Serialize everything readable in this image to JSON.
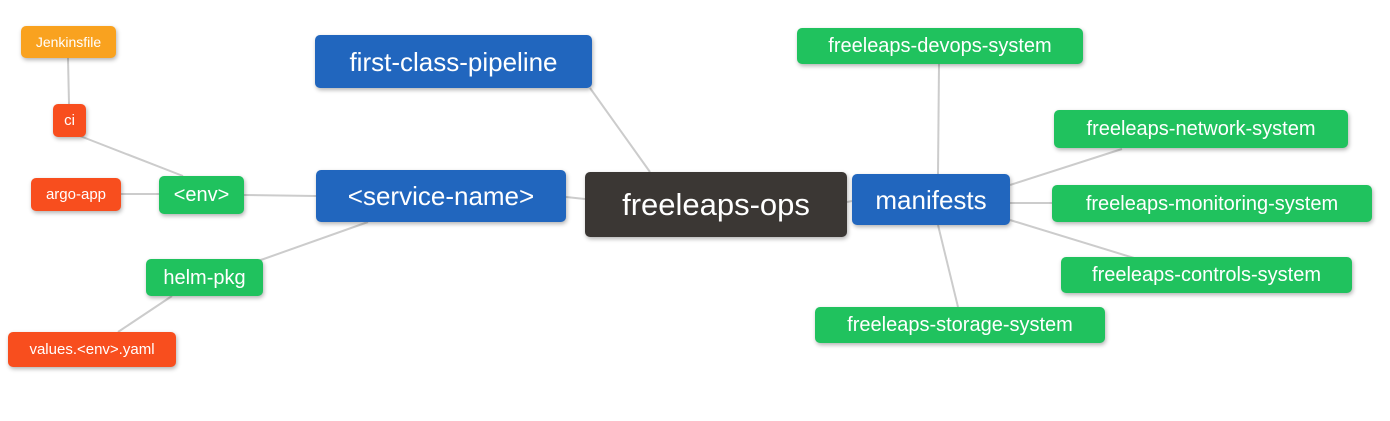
{
  "colors": {
    "orange": "#F9A21F",
    "red": "#F84E1E",
    "green": "#20C25E",
    "blue": "#2166BE",
    "dark": "#3B3734",
    "edge": "#CCCCCC",
    "text": "#FFFFFF"
  },
  "nodes": {
    "jenkinsfile": {
      "label": "Jenkinsfile",
      "color": "orange"
    },
    "ci": {
      "label": "ci",
      "color": "red"
    },
    "argo_app": {
      "label": "argo-app",
      "color": "red"
    },
    "env": {
      "label": "<env>",
      "color": "green"
    },
    "helm_pkg": {
      "label": "helm-pkg",
      "color": "green"
    },
    "values_yaml": {
      "label": "values.<env>.yaml",
      "color": "red"
    },
    "first_class_pipeline": {
      "label": "first-class-pipeline",
      "color": "blue"
    },
    "service_name": {
      "label": "<service-name>",
      "color": "blue"
    },
    "freeleaps_ops": {
      "label": "freeleaps-ops",
      "color": "dark"
    },
    "manifests": {
      "label": "manifests",
      "color": "blue"
    },
    "devops_system": {
      "label": "freeleaps-devops-system",
      "color": "green"
    },
    "network_system": {
      "label": "freeleaps-network-system",
      "color": "green"
    },
    "monitoring_system": {
      "label": "freeleaps-monitoring-system",
      "color": "green"
    },
    "controls_system": {
      "label": "freeleaps-controls-system",
      "color": "green"
    },
    "storage_system": {
      "label": "freeleaps-storage-system",
      "color": "green"
    }
  },
  "edges": [
    {
      "from": "jenkinsfile",
      "to": "ci"
    },
    {
      "from": "ci",
      "to": "env"
    },
    {
      "from": "argo_app",
      "to": "env"
    },
    {
      "from": "env",
      "to": "service_name"
    },
    {
      "from": "helm_pkg",
      "to": "service_name"
    },
    {
      "from": "helm_pkg",
      "to": "values_yaml"
    },
    {
      "from": "first_class_pipeline",
      "to": "freeleaps_ops"
    },
    {
      "from": "service_name",
      "to": "freeleaps_ops"
    },
    {
      "from": "freeleaps_ops",
      "to": "manifests"
    },
    {
      "from": "manifests",
      "to": "devops_system"
    },
    {
      "from": "manifests",
      "to": "network_system"
    },
    {
      "from": "manifests",
      "to": "monitoring_system"
    },
    {
      "from": "manifests",
      "to": "controls_system"
    },
    {
      "from": "manifests",
      "to": "storage_system"
    }
  ]
}
